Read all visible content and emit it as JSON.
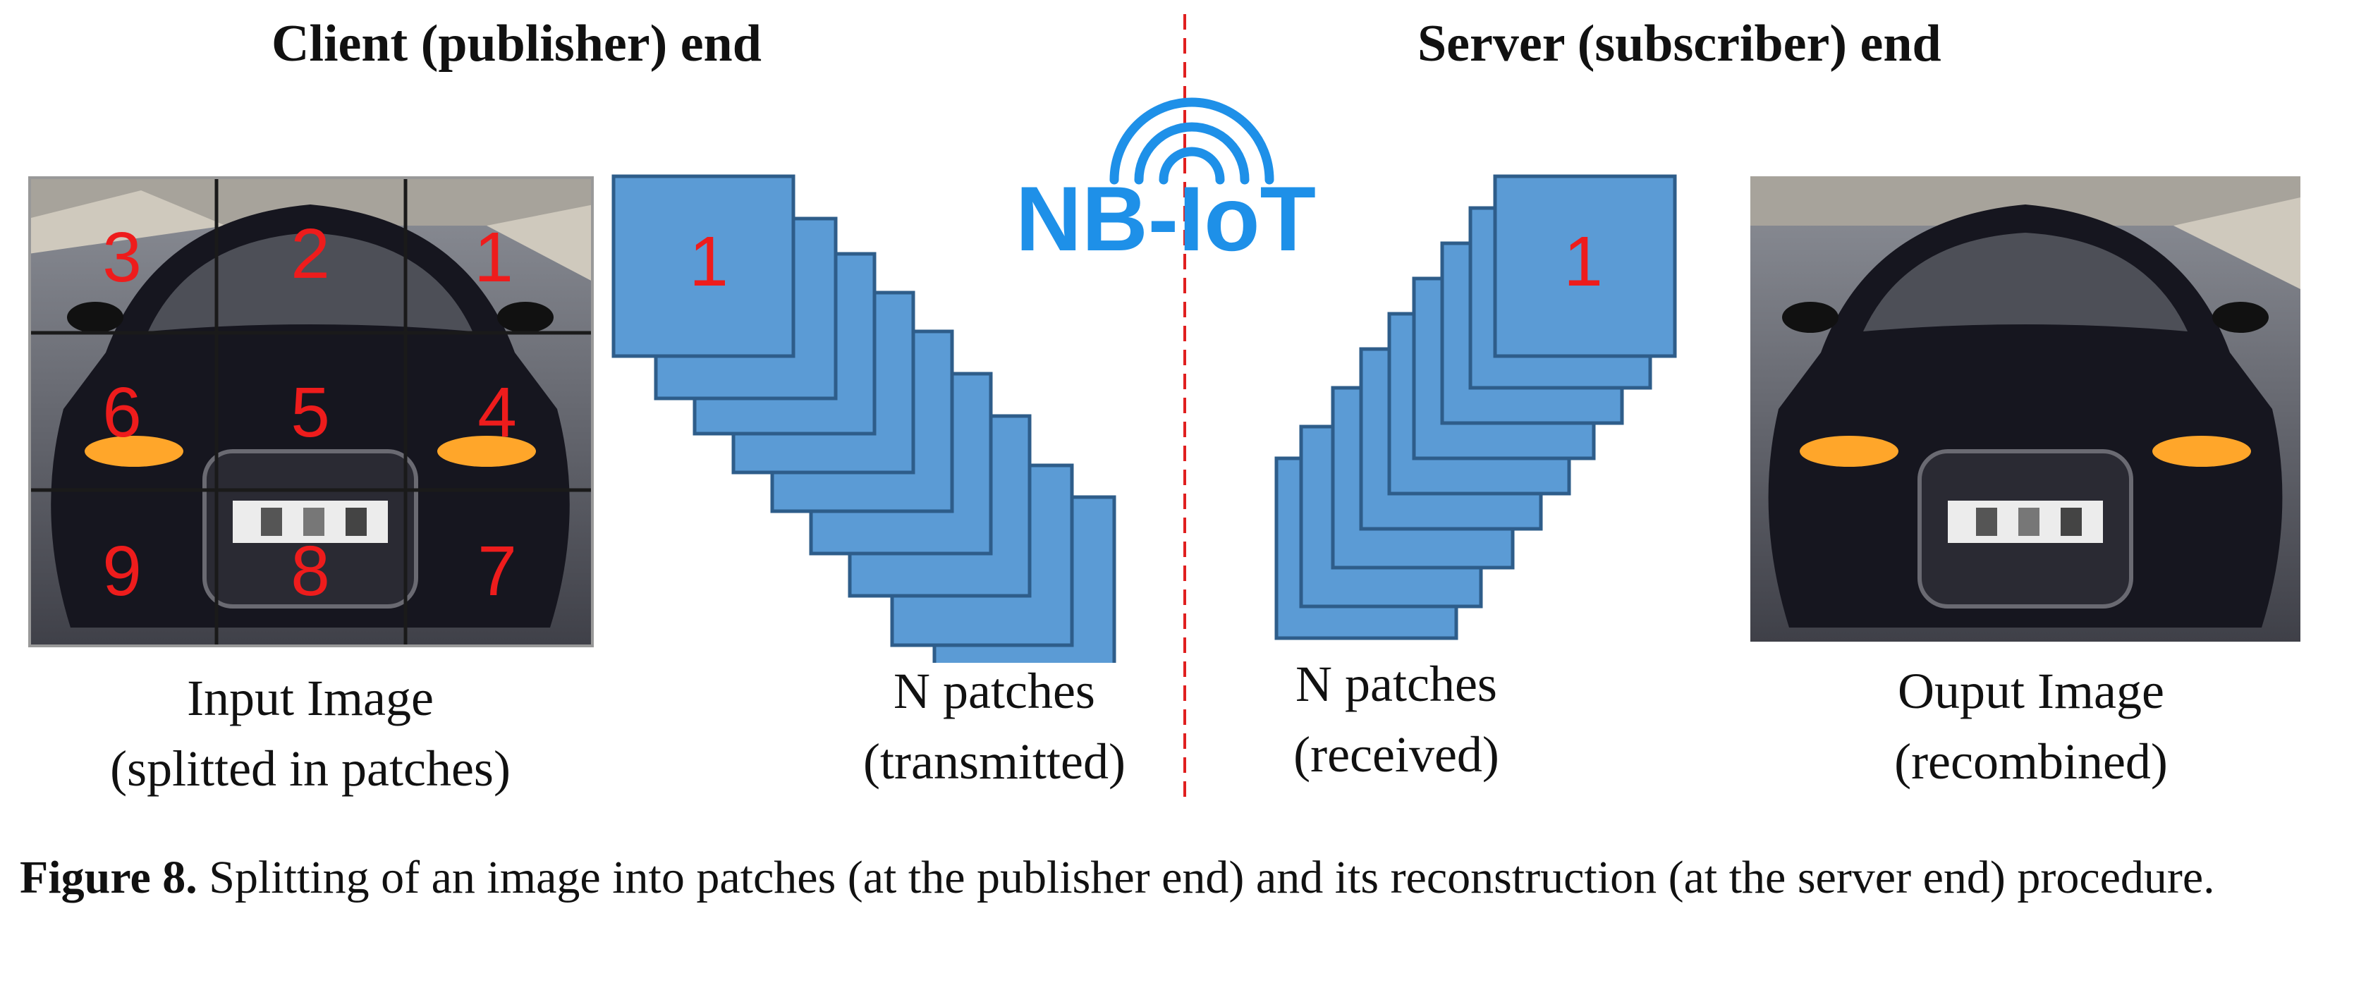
{
  "headings": {
    "client": "Client (publisher) end",
    "server": "Server (subscriber) end"
  },
  "logo_text": "NB-IoT",
  "input_image": {
    "grid_labels": [
      "3",
      "2",
      "1",
      "6",
      "5",
      "4",
      "9",
      "8",
      "7"
    ],
    "caption_line1": "Input Image",
    "caption_line2": "(splitted in patches)"
  },
  "transmitted": {
    "top_patch_label": "1",
    "caption_line1": "N patches",
    "caption_line2": "(transmitted)"
  },
  "received": {
    "top_patch_label": "1",
    "caption_line1": "N patches",
    "caption_line2": "(received)"
  },
  "output_image": {
    "caption_line1": "Ouput Image",
    "caption_line2": "(recombined)"
  },
  "figure_caption": {
    "label": "Figure 8.",
    "text": " Splitting of an image into patches (at the publisher end) and its reconstruction (at the server end) procedure."
  },
  "colors": {
    "patch_fill": "#5b9bd5",
    "patch_stroke": "#2e5d8a",
    "label_red": "#ee1c1c",
    "logo_blue": "#1e90e8",
    "divider_red": "#e02020"
  },
  "icons": [
    "car-photo",
    "wifi-signal-icon"
  ]
}
